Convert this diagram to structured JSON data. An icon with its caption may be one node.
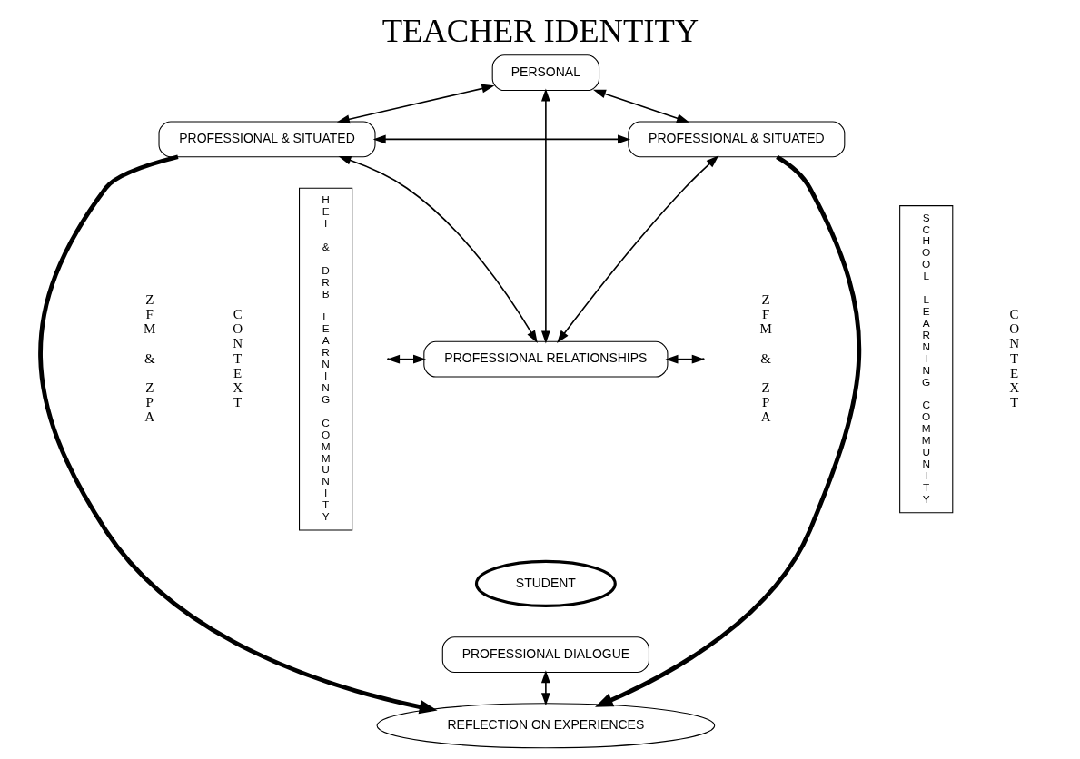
{
  "diagram": {
    "title": "TEACHER IDENTITY",
    "nodes": [
      {
        "text": [
          "PERSONAL"
        ]
      },
      {
        "text": [
          "PROFESSIONAL & SITUATED"
        ]
      },
      {
        "text": [
          "PROFESSIONAL & SITUATED"
        ]
      },
      {
        "text": [
          "PROFESSIONAL RELATIONSHIPS"
        ]
      },
      {
        "text": [
          "STUDENT"
        ]
      },
      {
        "text": [
          "PROFESSIONAL DIALOGUE"
        ]
      },
      {
        "text": [
          "REFLECTION ON EXPERIENCES"
        ]
      },
      {
        "text": [
          "HEI & DRB LEARNING COMMUNITY"
        ]
      },
      {
        "text": [
          "SCHOOL LEARNING COMMUNITY"
        ]
      }
    ],
    "edges": [
      {
        "from": 0,
        "to": 1,
        "arrow": "both"
      },
      {
        "from": 0,
        "to": 2,
        "arrow": "both"
      },
      {
        "from": 1,
        "to": 2,
        "arrow": "both"
      },
      {
        "from": 0,
        "to": 3,
        "arrow": "both"
      },
      {
        "from": 1,
        "to": 3,
        "arrow": "both"
      },
      {
        "from": 2,
        "to": 3,
        "arrow": "both"
      },
      {
        "from": null,
        "to": 3,
        "arrow": "both"
      },
      {
        "from": 3,
        "to": null,
        "arrow": "both"
      },
      {
        "from": 5,
        "to": 6,
        "arrow": "both"
      },
      {
        "from": 1,
        "to": 6,
        "arrow": "to",
        "style": "thick"
      },
      {
        "from": 2,
        "to": 6,
        "arrow": "to",
        "style": "thick"
      }
    ],
    "labels": [
      "CONTEXT",
      "ZFM & ZPA",
      "ZFM & ZPA",
      "CONTEXT"
    ]
  }
}
